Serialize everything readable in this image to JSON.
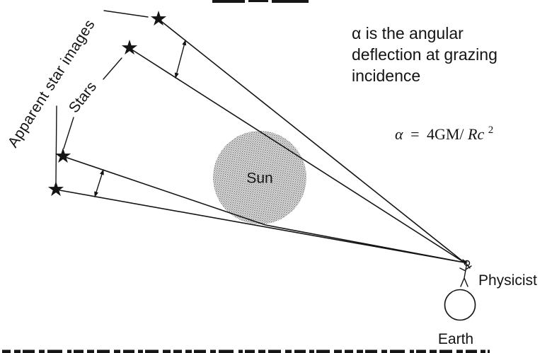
{
  "labels": {
    "apparent_star_images": "Apparent star images",
    "stars": "Stars",
    "sun": "Sun",
    "earth": "Earth",
    "physicist": "Physicist"
  },
  "note": {
    "line1": "α is the angular",
    "line2": "deflection at grazing",
    "line3": "incidence"
  },
  "formula": {
    "alpha": "α",
    "eq": "=",
    "body": "4GM/",
    "vars": "Rc",
    "exp": "2"
  },
  "icons": {
    "star_glyph": "★"
  },
  "colors": {
    "ink": "#141414",
    "background": "#ffffff",
    "sun_dot": "#6e6e6e",
    "sun_base": "#e4e4e4"
  }
}
